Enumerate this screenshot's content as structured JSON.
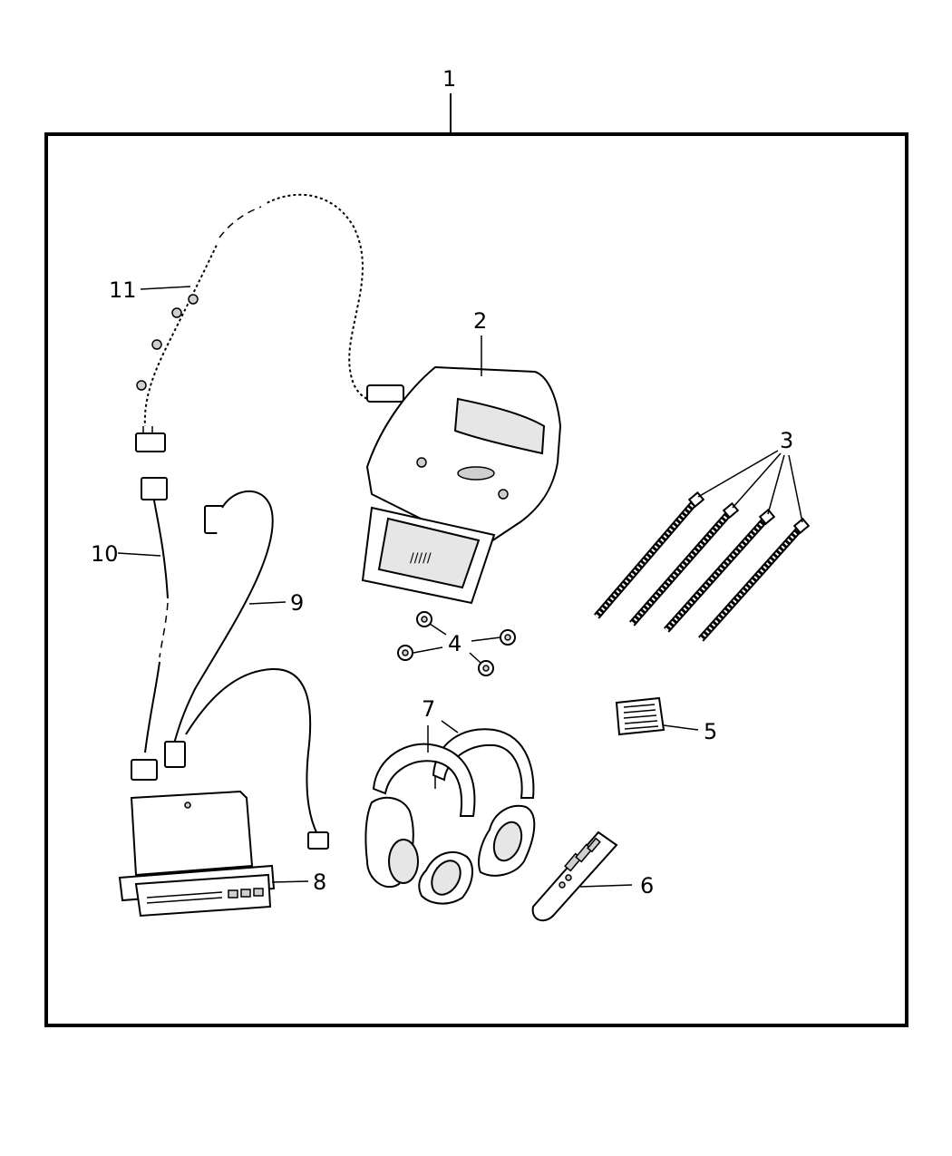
{
  "callouts": {
    "c1": "1",
    "c2": "2",
    "c3": "3",
    "c4": "4",
    "c5": "5",
    "c6": "6",
    "c7": "7",
    "c8": "8",
    "c9": "9",
    "c10": "10",
    "c11": "11"
  },
  "icons": {
    "screen_mark": "/////"
  }
}
